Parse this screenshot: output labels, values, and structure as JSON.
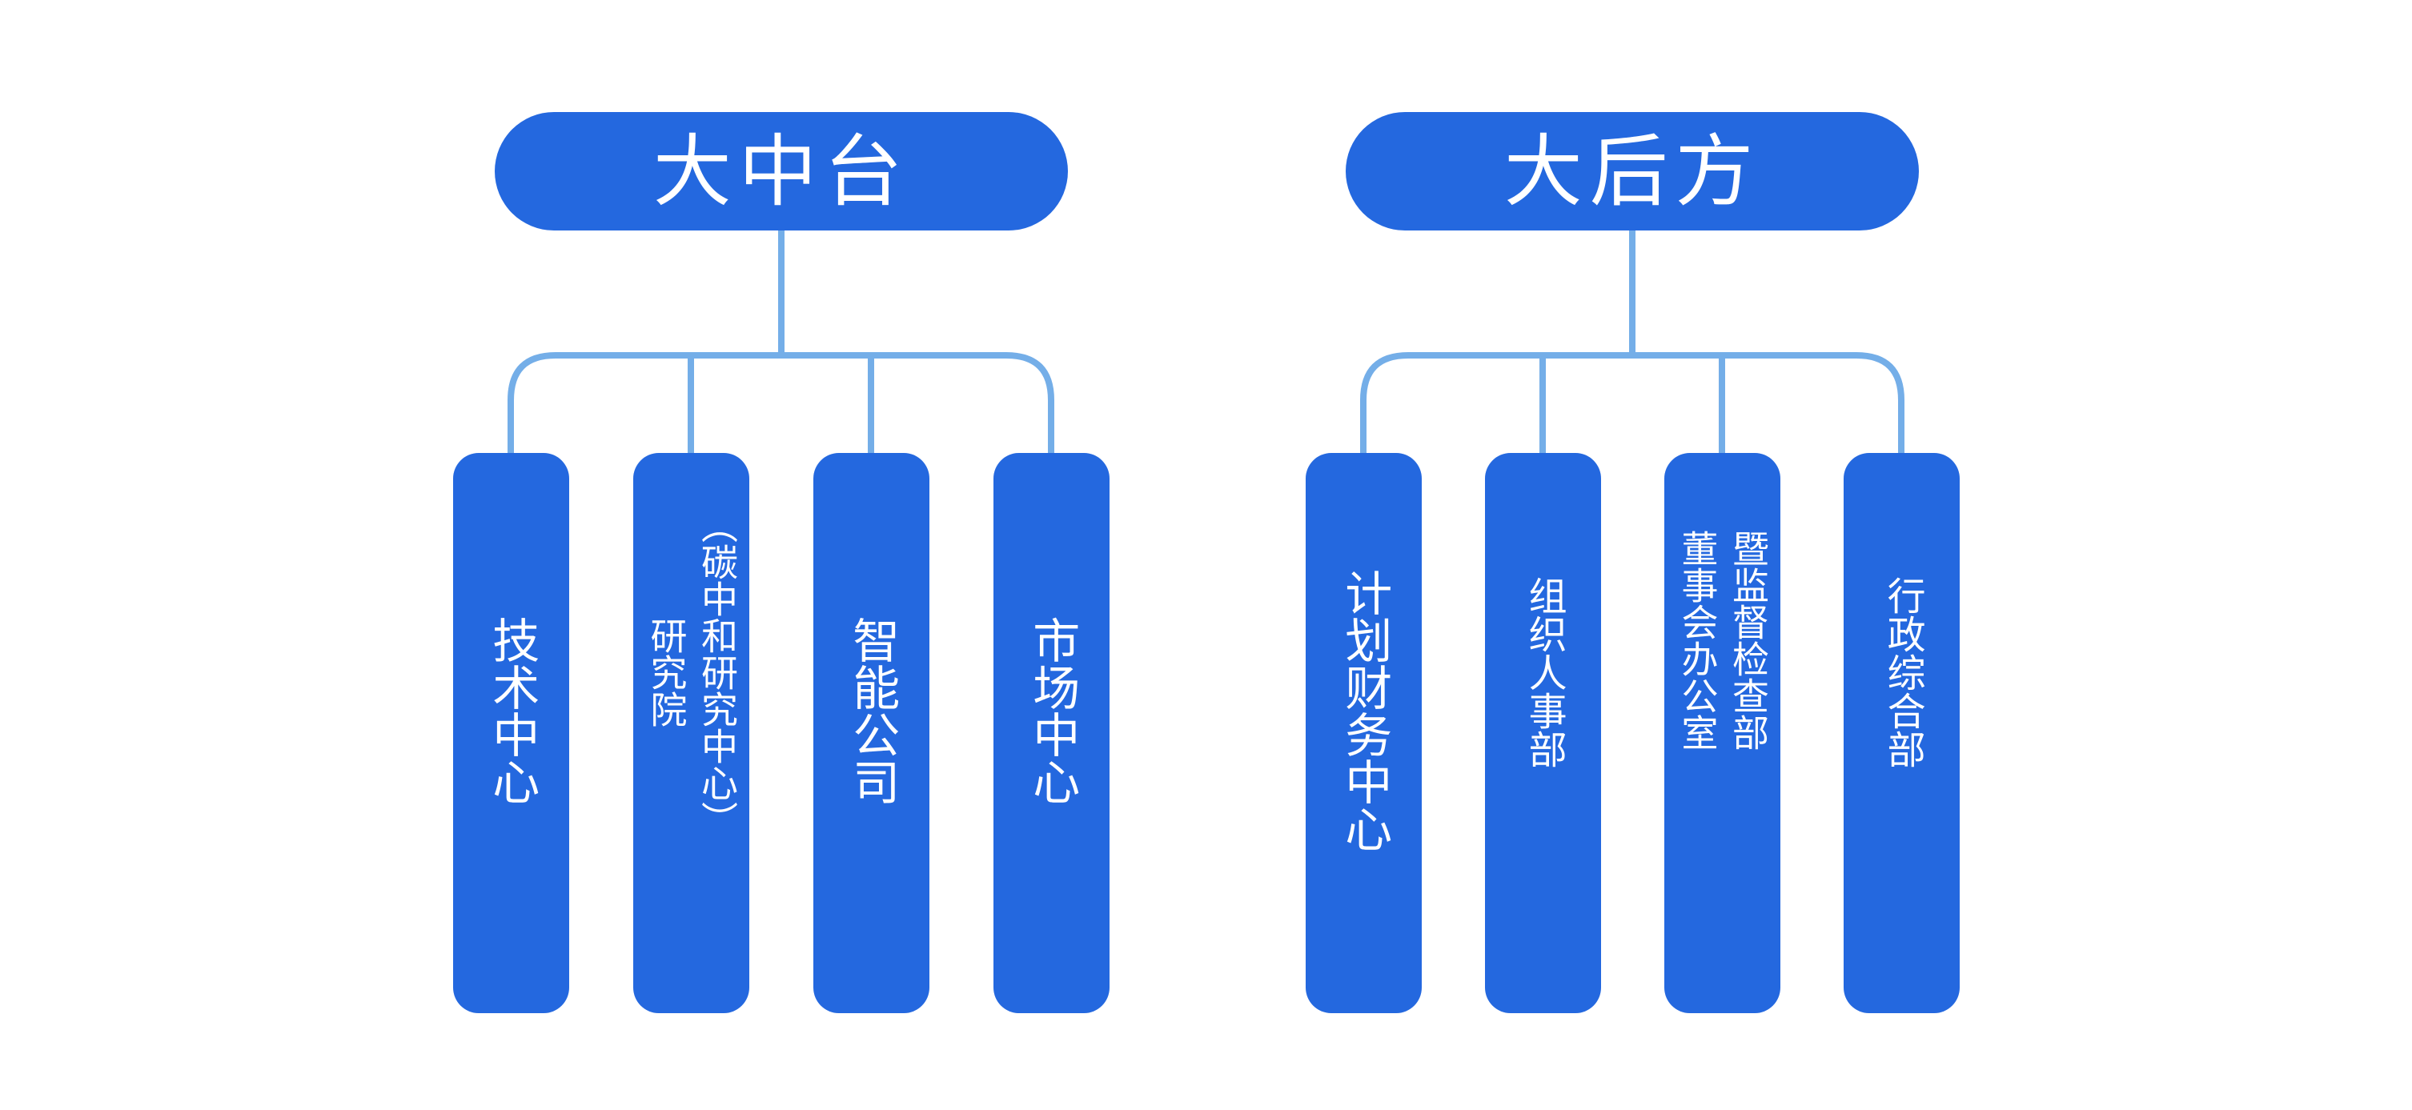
{
  "diagram": {
    "type": "org-chart",
    "groups": [
      {
        "root": {
          "label": "大中台"
        },
        "children": [
          {
            "label": "技术中心",
            "lines": [
              "技术中心"
            ]
          },
          {
            "label": "研究院（碳中和研究中心）",
            "lines": [
              "研究院",
              "（碳中和研究中心）"
            ]
          },
          {
            "label": "智能公司",
            "lines": [
              "智能公司"
            ]
          },
          {
            "label": "市场中心",
            "lines": [
              "市场中心"
            ]
          }
        ]
      },
      {
        "root": {
          "label": "大后方"
        },
        "children": [
          {
            "label": "计划财务中心",
            "lines": [
              "计划财务中心"
            ]
          },
          {
            "label": "组织人事部",
            "lines": [
              "组织人事部"
            ]
          },
          {
            "label": "董事会办公室暨监督检查部",
            "lines": [
              "董事会办公室",
              "暨监督检查部"
            ]
          },
          {
            "label": "行政综合部",
            "lines": [
              "行政综合部"
            ]
          }
        ]
      }
    ],
    "colors": {
      "node_fill": "#2468DF",
      "node_text": "#FFFFFF",
      "connector": "#74AEE8",
      "background": "#FFFFFF"
    }
  }
}
